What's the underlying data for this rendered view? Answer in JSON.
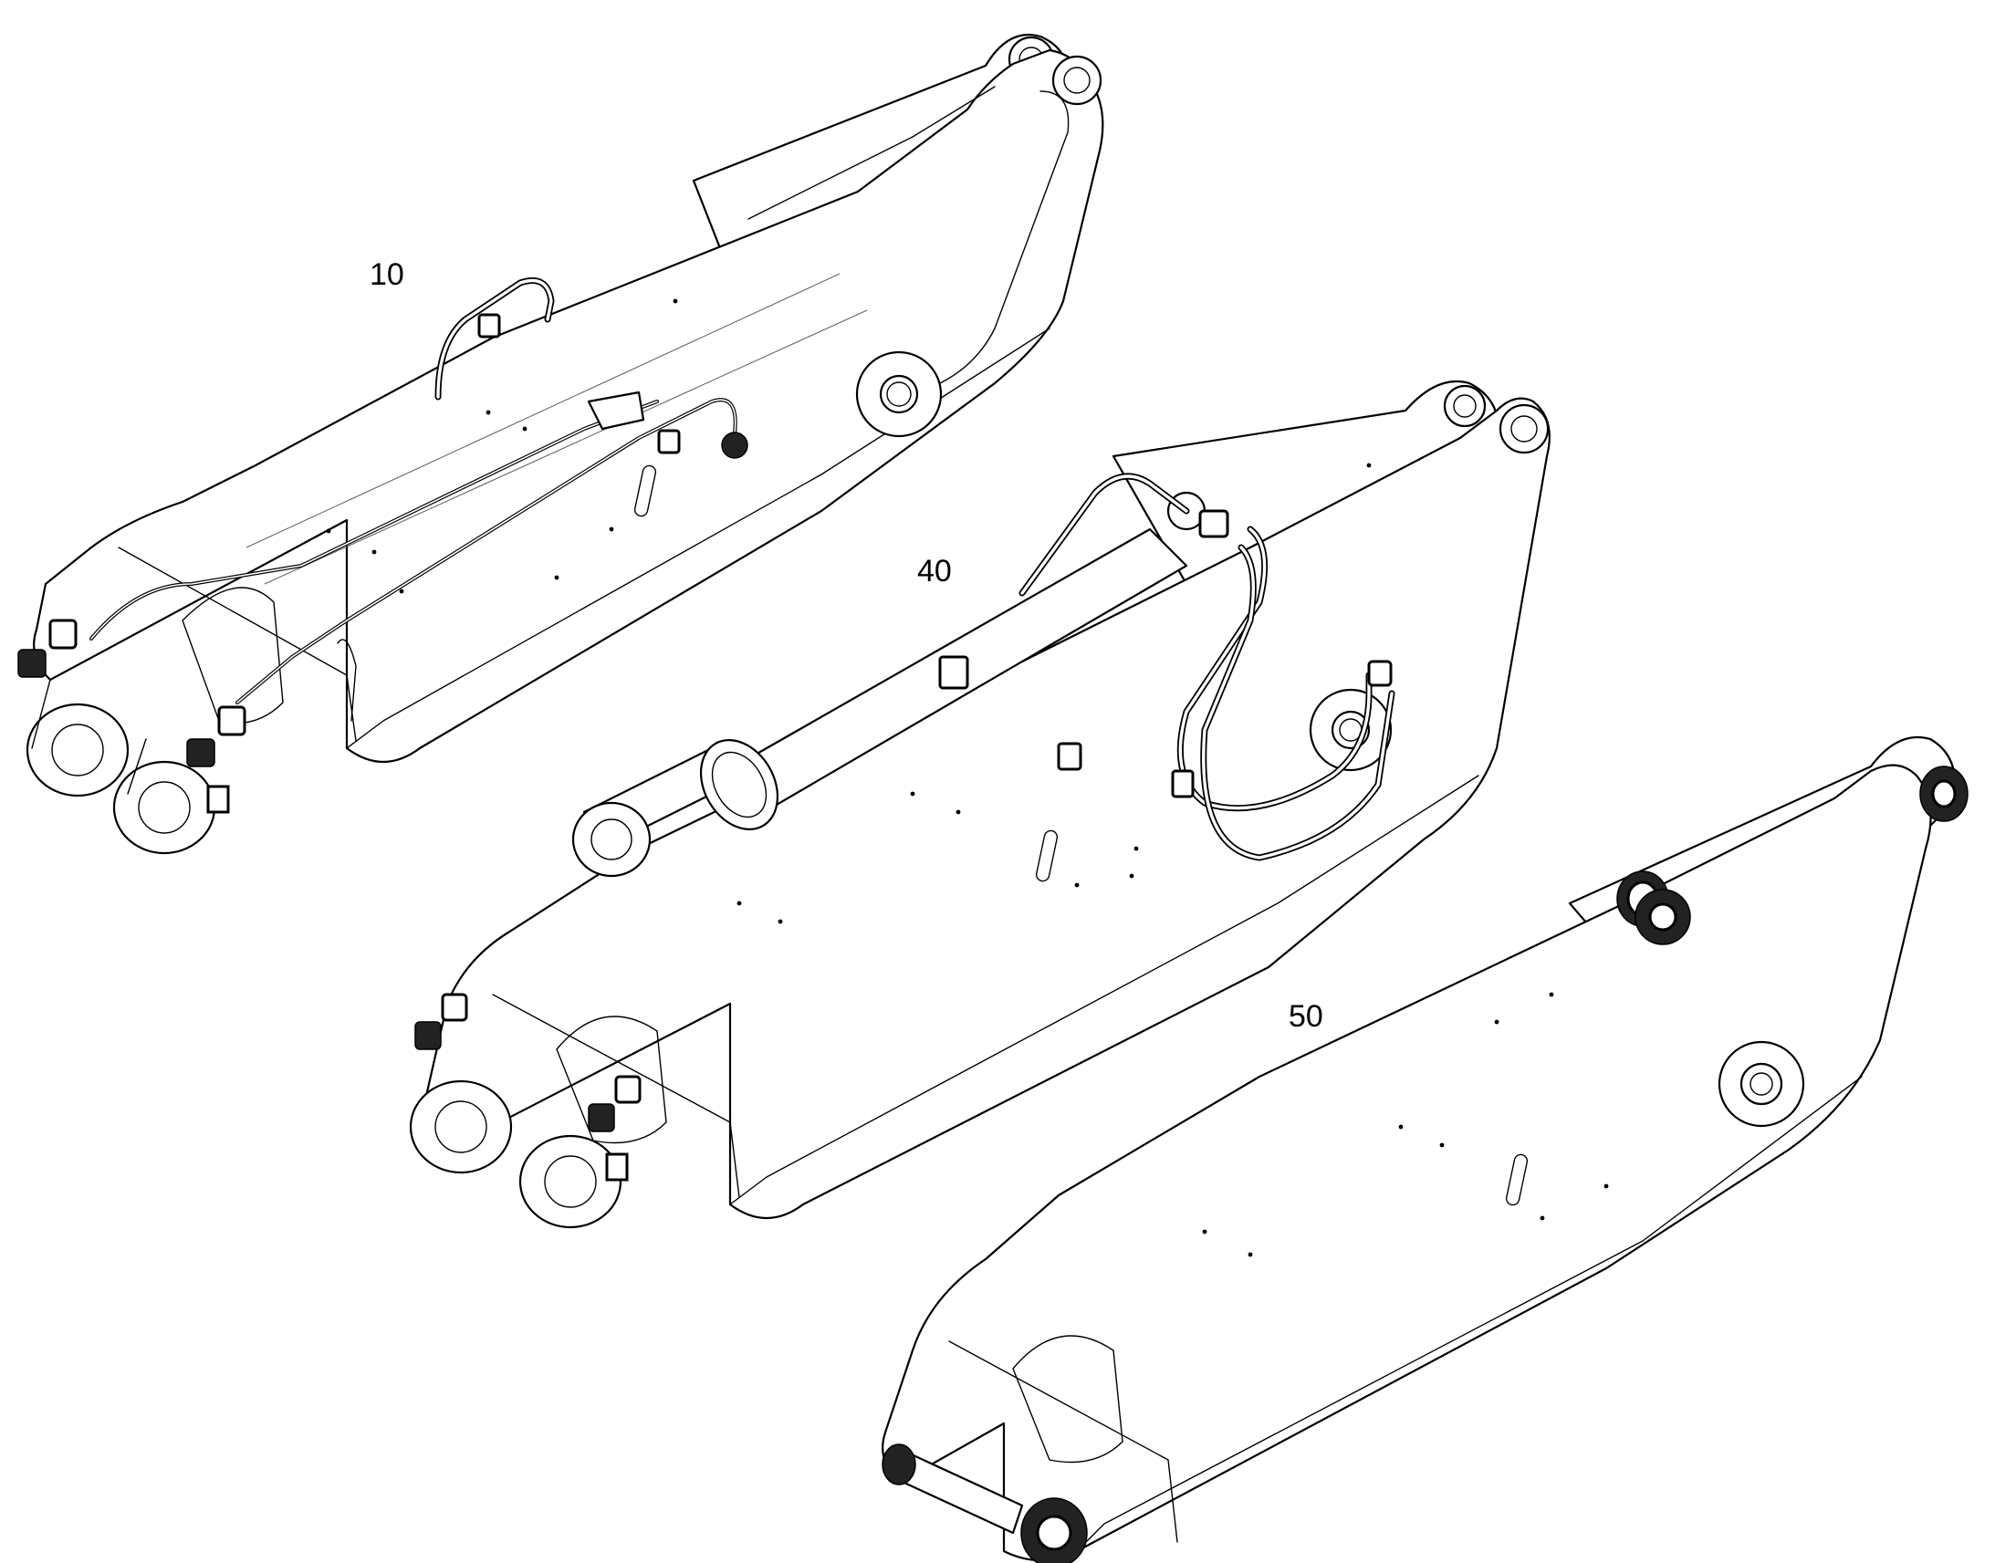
{
  "callouts": {
    "boom_10": "10",
    "boom_40": "40",
    "boom_50": "50"
  },
  "colors": {
    "line": "#000000",
    "background": "#ffffff"
  }
}
